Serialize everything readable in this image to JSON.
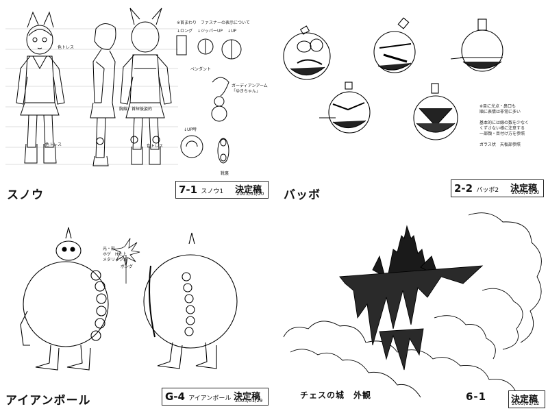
{
  "sheets": [
    {
      "title": "スノウ",
      "code": "7-1",
      "code_sub": "スノウ1",
      "status": "決定稿",
      "date": "2005/01/20",
      "notes": {
        "ribbon_top": "※首まわり　ファスナーの表示について",
        "long": "↓ロング",
        "zip_up_1": "↓ジッパーUP",
        "zip_up_2": "↓UP",
        "dress": "色トレス",
        "pendant": "ペンダント",
        "guardian": "ガーディアンアーム\n「ゆきちゃん」",
        "back": "胸線　首紐後姿的",
        "lup": "↓UP時",
        "color1": "色トレス",
        "color2": "色トレス",
        "shoe": "靴裏"
      }
    },
    {
      "title": "バッボ",
      "code": "2-2",
      "code_sub": "バッボ2",
      "status": "決定稿",
      "date": "2005/01/20",
      "notes": {
        "right": "※目に光点・鼻口も\n順に表情は非常に多い\n\n基本的には線の数を少なく\nくずさない様に注意する\n一部顔・目付け方を参照\n\nガラス状　天板部参照"
      }
    },
    {
      "title": "アイアンボール",
      "code": "G-4",
      "code_sub": "アイアンボール",
      "status": "決定稿",
      "date": "2005/01/29",
      "notes": {
        "top": "光・影\nホゲ　H仕上\nメタリック系",
        "bong": "ボング"
      }
    },
    {
      "title": "チェスの城　外観",
      "code": "6-1",
      "code_sub": "",
      "status": "決定稿",
      "date": "2005/01/12",
      "notes": {}
    }
  ]
}
